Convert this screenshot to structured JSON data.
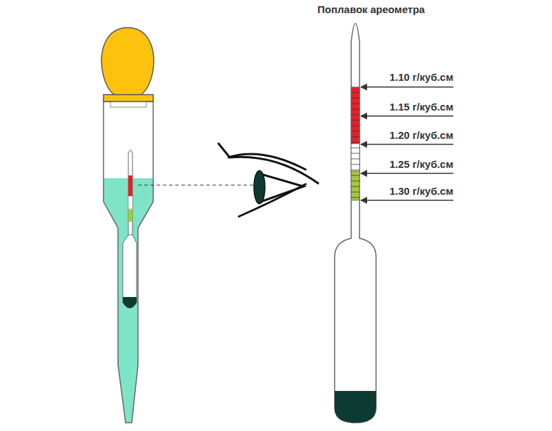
{
  "diagram": {
    "title": "Поплавок ареометра",
    "labels": [
      "1.10 г/куб.см",
      "1.15 г/куб.см",
      "1.20 г/куб.см",
      "1.25 г/куб.см",
      "1.30 г/куб.см"
    ]
  }
}
